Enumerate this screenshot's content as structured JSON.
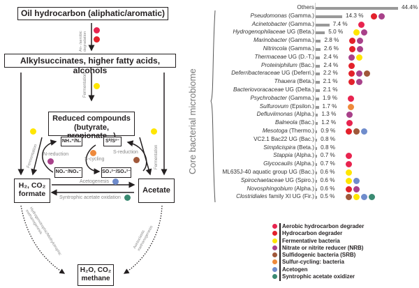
{
  "diagram": {
    "boxes": {
      "oil": "Oil hydrocarbon (aliphatic/aromatic)",
      "alkyl": "Alkylsuccinates, higher fatty acids, alcohols",
      "reduced_line1": "Reduced compounds",
      "reduced_line2": "(butyrate, propionate...)",
      "nh4": "NH₄⁺/N₂",
      "no2": "NO₂⁻/NO₃⁻",
      "s0": "S⁰/S²⁻",
      "so4": "SO₄²⁻/SO₃²⁻",
      "h2_line1": "H₂, CO₂",
      "h2_line2": "formate",
      "acetate": "Acetate",
      "methane_line1": "H₂O, CO₂",
      "methane_line2": "methane"
    },
    "labels": {
      "degradation": "An- /aerobic degradation",
      "fermentation": "Fermentation",
      "n_reduction": "N-reduction",
      "s_cycling": "S-cycling",
      "s_reduction": "S-reduction",
      "acetogenesis": "Acetogenesis",
      "syntrophic": "Syntrophic acetate oxidation",
      "hydrogenotrophic": "Hydrogenotrophic/Methylotrophic methanogenesis",
      "acetoclastic": "Acetoclastic methanogenesis"
    }
  },
  "colors": {
    "aerobic": "#e8244f",
    "hydrocarbon": "#e3212b",
    "fermentative": "#ffe600",
    "nrb": "#a8418a",
    "srb": "#a0583a",
    "sulfur": "#ee8a3c",
    "acetogen": "#6f8ccc",
    "syntrophic": "#3a8a72"
  },
  "chart": {
    "y_title": "Core bacterial microbiome",
    "rows": [
      {
        "italic": "",
        "plain": "Others",
        "pct": "44.4%",
        "value": 44.4,
        "dots": []
      },
      {
        "italic": "Pseudomonas",
        "plain": " (Gamma.)",
        "pct": "14.3 %",
        "value": 14.3,
        "dots": [
          "hydrocarbon",
          "nrb"
        ]
      },
      {
        "italic": "Acinetobacter",
        "plain": " (Gamma.)",
        "pct": "7.4 %",
        "value": 7.4,
        "dots": [
          "aerobic"
        ]
      },
      {
        "italic": "Hydrogenophilaceae",
        "plain": " UG (Beta.)",
        "pct": "5.0 %",
        "value": 5.0,
        "dots": [
          "fermentative",
          "nrb"
        ]
      },
      {
        "italic": "Marinobacter",
        "plain": " (Gamma.)",
        "pct": "2.8 %",
        "value": 2.8,
        "dots": [
          "hydrocarbon",
          "nrb"
        ]
      },
      {
        "italic": "Nitrincola",
        "plain": " (Gamma.)",
        "pct": "2.6 %",
        "value": 2.6,
        "dots": [
          "hydrocarbon",
          "nrb"
        ]
      },
      {
        "italic": "Thermaceae",
        "plain": " UG (D.-T.)",
        "pct": "2.4 %",
        "value": 2.4,
        "dots": [
          "nrb",
          "fermentative"
        ]
      },
      {
        "italic": "Proteiniphilum",
        "plain": " (Bac.)",
        "pct": "2.4 %",
        "value": 2.4,
        "dots": [
          "hydrocarbon"
        ]
      },
      {
        "italic": "Deferribacteraceae",
        "plain": " UG (Deferri.)",
        "pct": "2.2 %",
        "value": 2.2,
        "dots": [
          "hydrocarbon",
          "nrb",
          "srb"
        ]
      },
      {
        "italic": "Thauera",
        "plain": " (Beta.)",
        "pct": "2.1 %",
        "value": 2.1,
        "dots": [
          "hydrocarbon",
          "nrb"
        ]
      },
      {
        "italic": "Bacteriovoracaceae",
        "plain": " UG (Delta.)",
        "pct": "2.1 %",
        "value": 2.1,
        "dots": []
      },
      {
        "italic": "Psychrobacter",
        "plain": " (Gamma.)",
        "pct": "1.9 %",
        "value": 1.9,
        "dots": [
          "aerobic"
        ]
      },
      {
        "italic": "Sulfurovum",
        "plain": " (Epsilon.)",
        "pct": "1.7 %",
        "value": 1.7,
        "dots": [
          "sulfur"
        ]
      },
      {
        "italic": "Defluviimonas",
        "plain": " (Alpha.)",
        "pct": "1.3 %",
        "value": 1.3,
        "dots": [
          "nrb"
        ]
      },
      {
        "italic": "Balneola",
        "plain": " (Bac.)",
        "pct": "1.2 %",
        "value": 1.2,
        "dots": [
          "aerobic"
        ]
      },
      {
        "italic": "Mesotoga",
        "plain": " (Thermo.)",
        "pct": "0.9 %",
        "value": 0.9,
        "dots": [
          "hydrocarbon",
          "srb",
          "acetogen"
        ]
      },
      {
        "italic": "",
        "plain": "VC2.1 Bac22 UG (Bac.)",
        "pct": "0.8 %",
        "value": 0.8,
        "dots": []
      },
      {
        "italic": "Simplicispira",
        "plain": " (Beta.)",
        "pct": "0.8 %",
        "value": 0.8,
        "dots": []
      },
      {
        "italic": "Stappia",
        "plain": " (Alpha.)",
        "pct": "0.7 %",
        "value": 0.7,
        "dots": [
          "aerobic"
        ]
      },
      {
        "italic": "Glycocaulis",
        "plain": " (Alpha.)",
        "pct": "0.7 %",
        "value": 0.7,
        "dots": [
          "aerobic"
        ]
      },
      {
        "italic": "",
        "plain": "ML635J-40 aquatic group UG (Bac.)",
        "pct": "0.6 %",
        "value": 0.6,
        "dots": [
          "fermentative"
        ]
      },
      {
        "italic": "Spirochaetaceae",
        "plain": " UG (Spiro.)",
        "pct": "0.6 %",
        "value": 0.6,
        "dots": [
          "fermentative",
          "acetogen"
        ]
      },
      {
        "italic": "Novosphingobium",
        "plain": " (Alpha.)",
        "pct": "0.6 %",
        "value": 0.6,
        "dots": [
          "hydrocarbon",
          "nrb"
        ]
      },
      {
        "italic": "Clostridiales",
        "plain": " family XI UG (Fir.)",
        "pct": "0.5 %",
        "value": 0.5,
        "dots": [
          "srb",
          "fermentative",
          "acetogen",
          "syntrophic"
        ]
      }
    ]
  },
  "legend": [
    {
      "key": "aerobic",
      "label": "Aerobic hydrocarbon degrader"
    },
    {
      "key": "hydrocarbon",
      "label": "Hydrocarbon degrader"
    },
    {
      "key": "fermentative",
      "label": "Fermentative bacteria"
    },
    {
      "key": "nrb",
      "label": "Nitrate or nitrite reducer (NRB)"
    },
    {
      "key": "srb",
      "label": "Sulfidogenic bacteria (SRB)"
    },
    {
      "key": "sulfur",
      "label": "Sulfur-cycling: bacteria"
    },
    {
      "key": "acetogen",
      "label": "Acetogen"
    },
    {
      "key": "syntrophic",
      "label": "Syntrophic acetate oxidizer"
    }
  ]
}
